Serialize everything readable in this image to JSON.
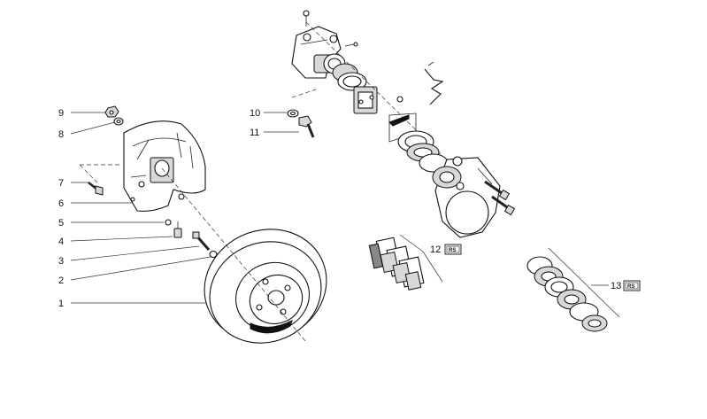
{
  "callouts": [
    {
      "id": "9",
      "label": "9"
    },
    {
      "id": "8",
      "label": "8"
    },
    {
      "id": "7",
      "label": "7"
    },
    {
      "id": "6",
      "label": "6"
    },
    {
      "id": "5",
      "label": "5"
    },
    {
      "id": "4",
      "label": "4"
    },
    {
      "id": "3",
      "label": "3"
    },
    {
      "id": "2",
      "label": "2"
    },
    {
      "id": "1",
      "label": "1"
    },
    {
      "id": "10",
      "label": "10"
    },
    {
      "id": "11",
      "label": "11"
    },
    {
      "id": "12",
      "label": "12"
    },
    {
      "id": "13",
      "label": "13"
    }
  ],
  "badges": {
    "rs_12": "RS",
    "rs_13": "RS"
  },
  "parts": {
    "brake_disc": "brake-disc",
    "dust_shield": "dust-shield",
    "caliper": "brake-caliper",
    "brake_pads": "brake-pads-set",
    "repair_kit": "caliper-repair-kit"
  }
}
